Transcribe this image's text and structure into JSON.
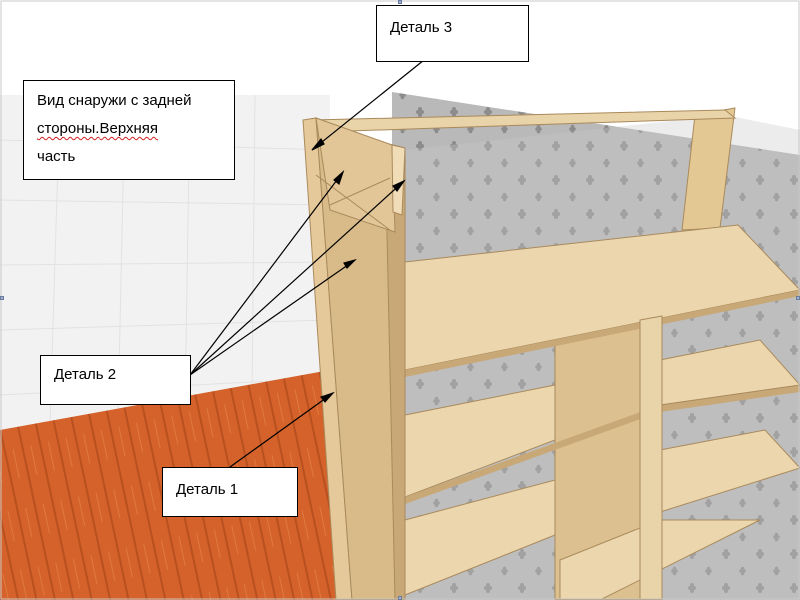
{
  "callouts": {
    "view_line1": "Вид снаружи с задней",
    "view_line2_a": "стороны.",
    "view_line2_b": "Верхняя",
    "view_line3": "часть",
    "detail3": "Деталь 3",
    "detail2": "Деталь 2",
    "detail1": "Деталь 1"
  },
  "colors": {
    "floor": "#d4622a",
    "wall_tiles": "#f3f3f3",
    "panel": "#e9d3a8",
    "panel_edge": "#b9986a",
    "back_wall": "#b7b7b7",
    "leader": "#000000"
  }
}
